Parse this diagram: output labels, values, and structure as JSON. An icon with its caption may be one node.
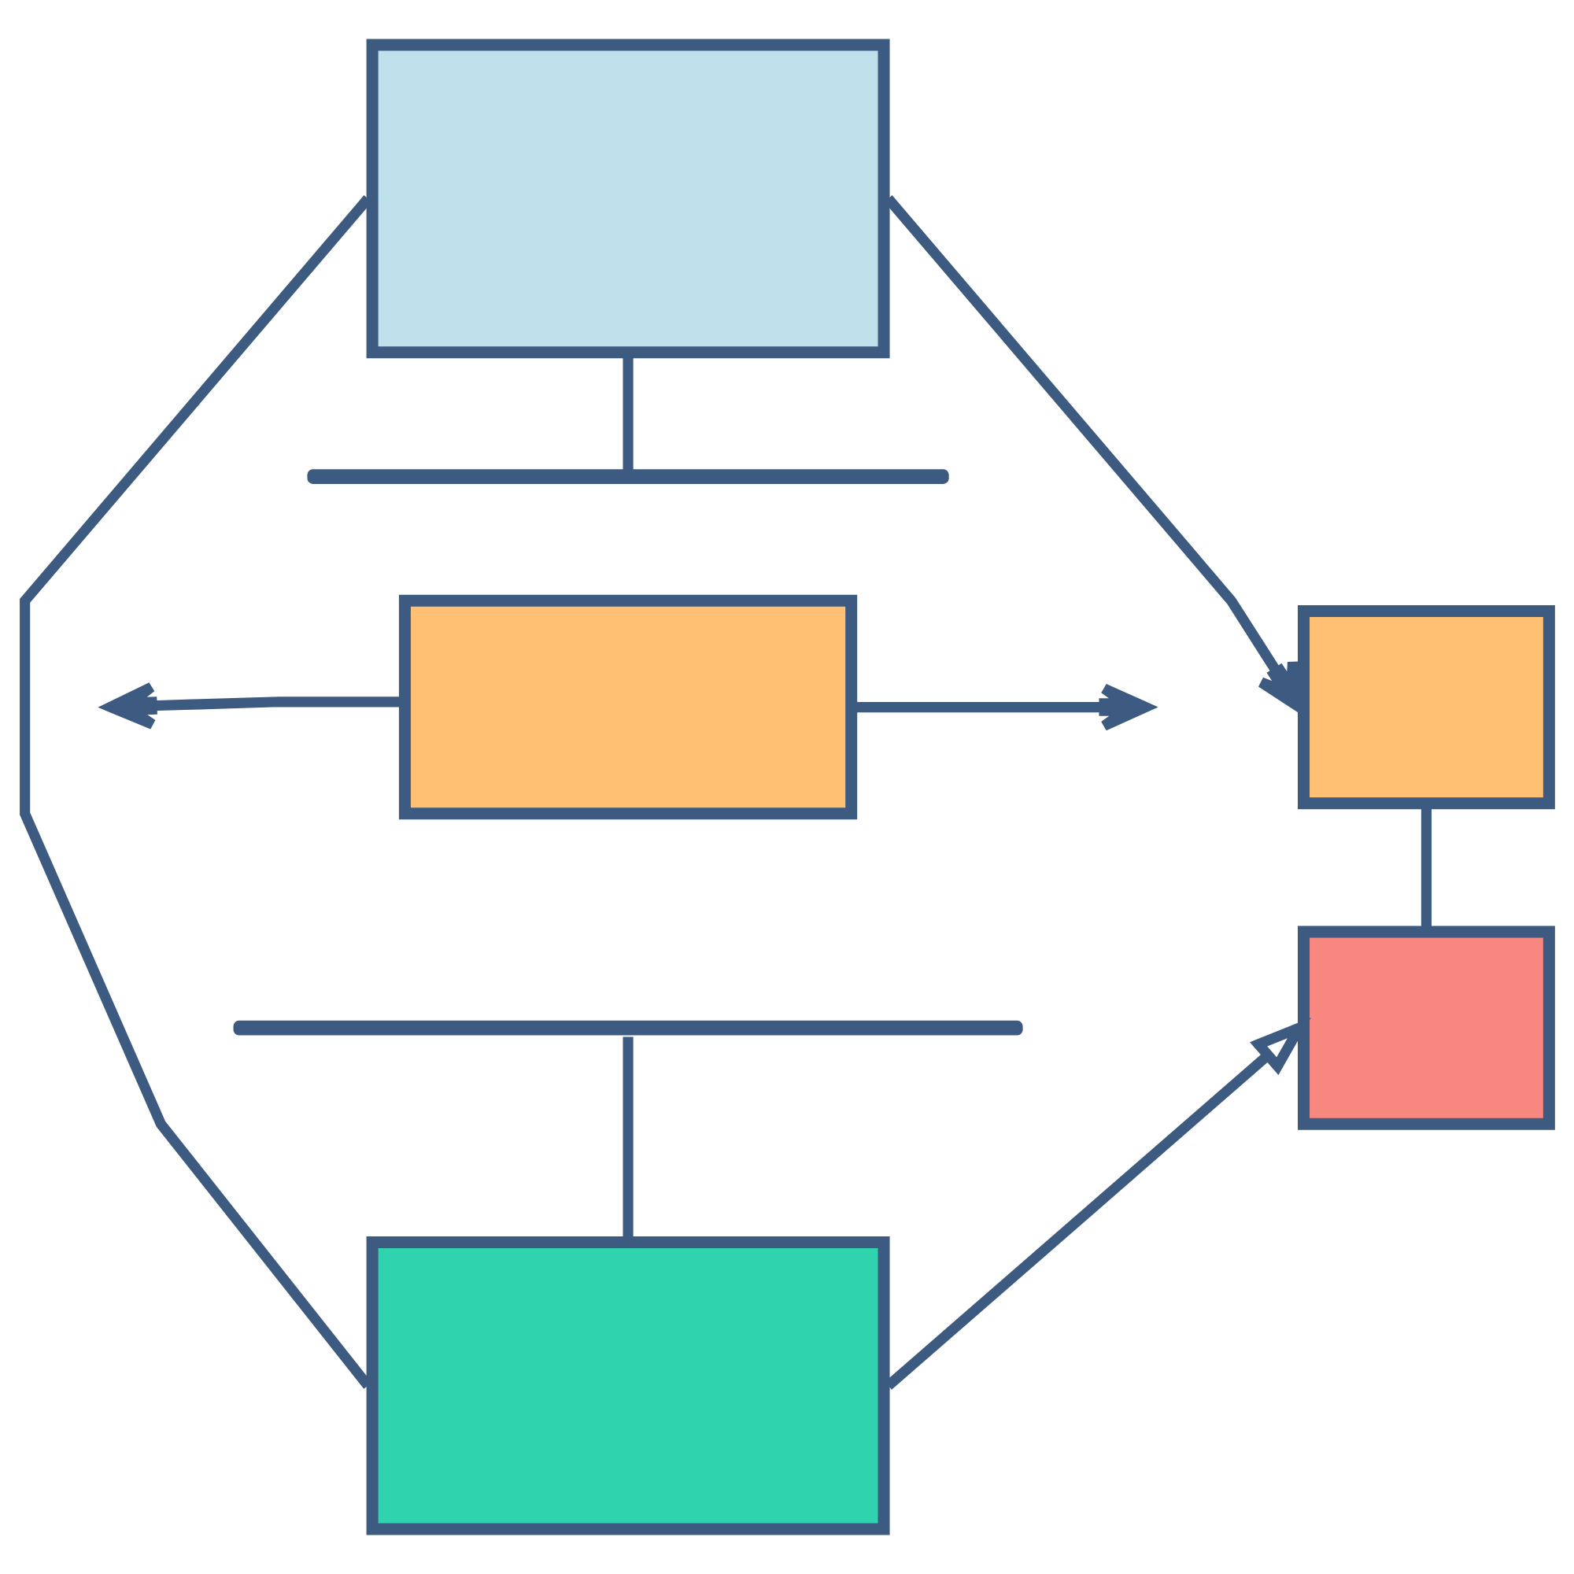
{
  "diagram": {
    "nodes": [
      {
        "text": [],
        "shape": "box"
      },
      {
        "text": [],
        "shape": "bar"
      },
      {
        "text": [],
        "shape": "box"
      },
      {
        "text": [],
        "shape": "bar"
      },
      {
        "text": [],
        "shape": "box"
      },
      {
        "text": [],
        "shape": "box"
      },
      {
        "text": [],
        "shape": "box"
      }
    ],
    "edges": [
      {
        "from": 0,
        "to": 1,
        "arrow": "none"
      },
      {
        "from": 2,
        "to": null,
        "arrow": "to"
      },
      {
        "from": 2,
        "to": null,
        "arrow": "to"
      },
      {
        "from": 3,
        "to": 4,
        "arrow": "none"
      },
      {
        "from": 0,
        "to": 4,
        "arrow": "none"
      },
      {
        "from": 0,
        "to": 5,
        "arrow": "to"
      },
      {
        "from": 4,
        "to": 6,
        "arrow": "to"
      },
      {
        "from": 5,
        "to": 6,
        "arrow": "none"
      }
    ]
  }
}
